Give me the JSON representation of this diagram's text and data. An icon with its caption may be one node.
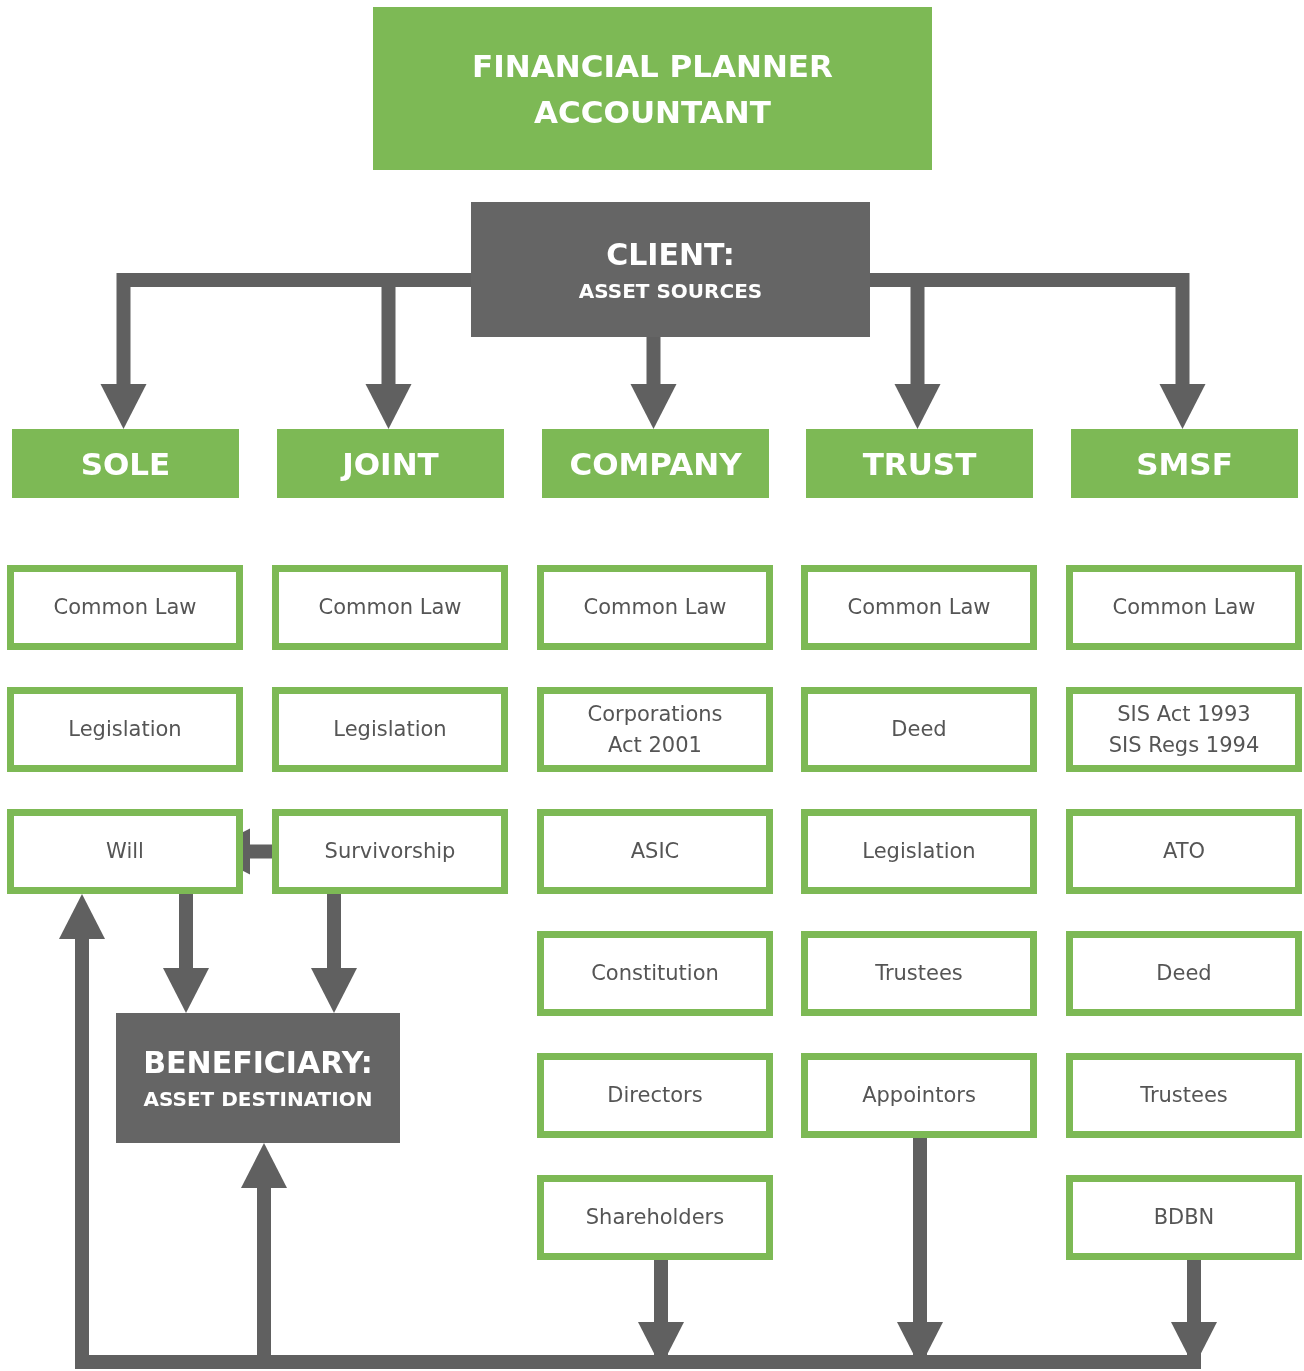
{
  "diagram": {
    "nodes": [
      {
        "text": [
          "FINANCIAL PLANNER",
          "ACCOUNTANT"
        ]
      },
      {
        "text": [
          "CLIENT:",
          "ASSET SOURCES"
        ]
      },
      {
        "text": [
          "SOLE"
        ]
      },
      {
        "text": [
          "JOINT"
        ]
      },
      {
        "text": [
          "COMPANY"
        ]
      },
      {
        "text": [
          "TRUST"
        ]
      },
      {
        "text": [
          "SMSF"
        ]
      },
      {
        "text": [
          "Common Law"
        ]
      },
      {
        "text": [
          "Common Law"
        ]
      },
      {
        "text": [
          "Common Law"
        ]
      },
      {
        "text": [
          "Common Law"
        ]
      },
      {
        "text": [
          "Common Law"
        ]
      },
      {
        "text": [
          "Legislation"
        ]
      },
      {
        "text": [
          "Legislation"
        ]
      },
      {
        "text": [
          "Corporations Act 2001"
        ]
      },
      {
        "text": [
          "Deed"
        ]
      },
      {
        "text": [
          "SIS Act 1993 SIS Regs 1994"
        ]
      },
      {
        "text": [
          "Will"
        ]
      },
      {
        "text": [
          "Survivorship"
        ]
      },
      {
        "text": [
          "ASIC"
        ]
      },
      {
        "text": [
          "Legislation"
        ]
      },
      {
        "text": [
          "ATO"
        ]
      },
      {
        "text": [
          "Constitution"
        ]
      },
      {
        "text": [
          "Trustees"
        ]
      },
      {
        "text": [
          "Deed"
        ]
      },
      {
        "text": [
          "BENEFICIARY:",
          "ASSET DESTINATION"
        ]
      },
      {
        "text": [
          "Directors"
        ]
      },
      {
        "text": [
          "Appointors"
        ]
      },
      {
        "text": [
          "Trustees"
        ]
      },
      {
        "text": [
          "Shareholders"
        ]
      },
      {
        "text": [
          "BDBN"
        ]
      }
    ],
    "edges": [
      {
        "from": 1,
        "to": 2,
        "arrow": "to"
      },
      {
        "from": 1,
        "to": 3,
        "arrow": "to"
      },
      {
        "from": 1,
        "to": 4,
        "arrow": "to"
      },
      {
        "from": 1,
        "to": 5,
        "arrow": "to"
      },
      {
        "from": 1,
        "to": 6,
        "arrow": "to"
      },
      {
        "from": 18,
        "to": 17,
        "arrow": "to"
      },
      {
        "from": 17,
        "to": 25,
        "arrow": "to"
      },
      {
        "from": 18,
        "to": 25,
        "arrow": "to"
      },
      {
        "from": 29,
        "to": 17,
        "arrow": "to"
      },
      {
        "from": 29,
        "to": 25,
        "arrow": "to"
      },
      {
        "from": 27,
        "to": 17,
        "arrow": "to"
      },
      {
        "from": 27,
        "to": 25,
        "arrow": "to"
      },
      {
        "from": 30,
        "to": 17,
        "arrow": "to"
      },
      {
        "from": 30,
        "to": 25,
        "arrow": "to"
      }
    ]
  }
}
